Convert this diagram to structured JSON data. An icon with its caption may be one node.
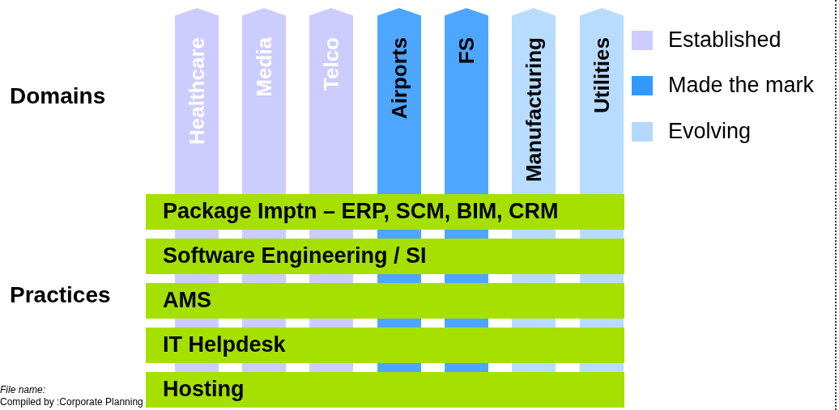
{
  "diagram": {
    "nodes": [
      {
        "text": [
          "Healthcare"
        ]
      },
      {
        "text": [
          "Media"
        ]
      },
      {
        "text": [
          "Telco"
        ]
      },
      {
        "text": [
          "Airports"
        ]
      },
      {
        "text": [
          "FS"
        ]
      },
      {
        "text": [
          "Manufacturing"
        ]
      },
      {
        "text": [
          "Utilities"
        ]
      },
      {
        "text": [
          "Package Imptn – ERP, SCM, BIM, CRM"
        ]
      },
      {
        "text": [
          "Software Engineering / SI"
        ]
      },
      {
        "text": [
          "AMS"
        ]
      },
      {
        "text": [
          "IT Helpdesk"
        ]
      },
      {
        "text": [
          "Hosting"
        ]
      }
    ],
    "edges": [],
    "labels": [
      "Domains",
      "Practices",
      "File name:",
      "Compiled by :Corporate Planning"
    ],
    "legend": [
      {
        "text": "Established",
        "color": "#ccccff"
      },
      {
        "text": "Made the mark",
        "color": "#3399ff"
      },
      {
        "text": "Evolving",
        "color": "#b3d9ff"
      }
    ]
  }
}
